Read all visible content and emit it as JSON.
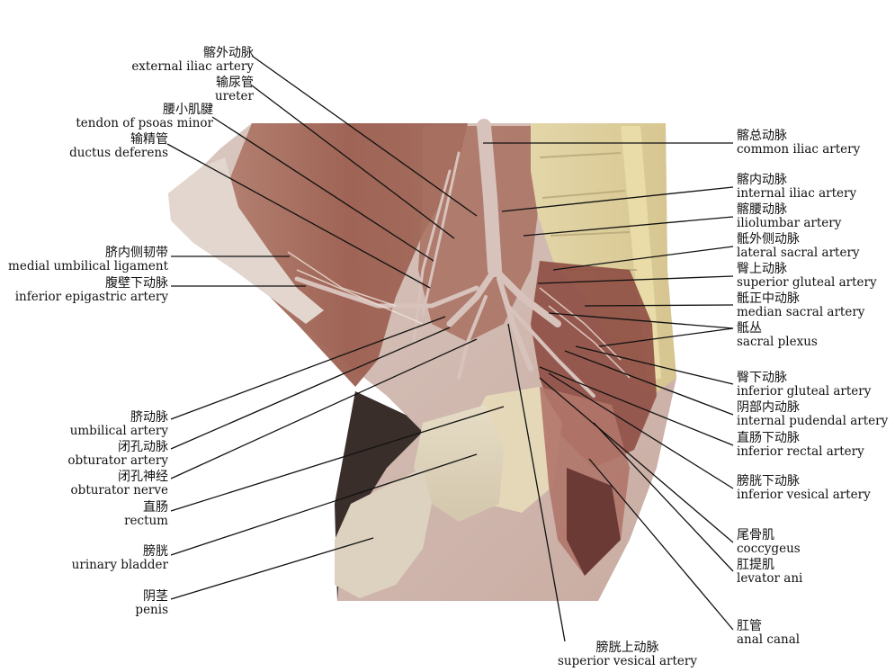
{
  "labels_left": [
    {
      "id": "external-iliac-artery",
      "zh": "髂外动脉",
      "en": "external iliac artery"
    },
    {
      "id": "ureter",
      "zh": "输尿管",
      "en": "ureter"
    },
    {
      "id": "tendon-of-psoas-minor",
      "zh": "腰小肌腱",
      "en": "tendon of psoas minor"
    },
    {
      "id": "ductus-deferens",
      "zh": "输精管",
      "en": "ductus deferens"
    },
    {
      "id": "medial-umbilical-ligament",
      "zh": "脐内侧韧带",
      "en": "medial umbilical ligament"
    },
    {
      "id": "inferior-epigastric-artery",
      "zh": "腹壁下动脉",
      "en": "inferior epigastric artery"
    },
    {
      "id": "umbilical-artery",
      "zh": "脐动脉",
      "en": "umbilical artery"
    },
    {
      "id": "obturator-artery",
      "zh": "闭孔动脉",
      "en": "obturator artery"
    },
    {
      "id": "obturator-nerve",
      "zh": "闭孔神经",
      "en": "obturator nerve"
    },
    {
      "id": "rectum",
      "zh": "直肠",
      "en": "rectum"
    },
    {
      "id": "urinary-bladder",
      "zh": "膀胱",
      "en": "urinary bladder"
    },
    {
      "id": "penis",
      "zh": "阴茎",
      "en": "penis"
    }
  ],
  "labels_right": [
    {
      "id": "common-iliac-artery",
      "zh": "髂总动脉",
      "en": "common iliac artery"
    },
    {
      "id": "internal-iliac-artery",
      "zh": "髂内动脉",
      "en": "internal iliac artery"
    },
    {
      "id": "iliolumbar-artery",
      "zh": "髂腰动脉",
      "en": "iliolumbar artery"
    },
    {
      "id": "lateral-sacral-artery",
      "zh": "骶外侧动脉",
      "en": "lateral sacral artery"
    },
    {
      "id": "superior-gluteal-artery",
      "zh": "臀上动脉",
      "en": "superior gluteal artery"
    },
    {
      "id": "median-sacral-artery",
      "zh": "骶正中动脉",
      "en": "median sacral artery"
    },
    {
      "id": "sacral-plexus",
      "zh": "骶丛",
      "en": "sacral plexus"
    },
    {
      "id": "inferior-gluteal-artery",
      "zh": "臀下动脉",
      "en": "inferior gluteal artery"
    },
    {
      "id": "internal-pudendal-artery",
      "zh": "阴部内动脉",
      "en": "internal pudendal artery"
    },
    {
      "id": "inferior-rectal-artery",
      "zh": "直肠下动脉",
      "en": "inferior rectal artery"
    },
    {
      "id": "inferior-vesical-artery",
      "zh": "膀胱下动脉",
      "en": "inferior vesical artery"
    },
    {
      "id": "coccygeus",
      "zh": "尾骨肌",
      "en": "coccygeus"
    },
    {
      "id": "levator-ani",
      "zh": "肛提肌",
      "en": "levator ani"
    },
    {
      "id": "anal-canal",
      "zh": "肛管",
      "en": "anal canal"
    }
  ],
  "labels_bottom": [
    {
      "id": "superior-vesical-artery",
      "zh": "膀胱上动脉",
      "en": "superior vesical artery"
    }
  ],
  "colors": {
    "background": "#ffffff",
    "text": "#111111",
    "leader": "#111111"
  }
}
